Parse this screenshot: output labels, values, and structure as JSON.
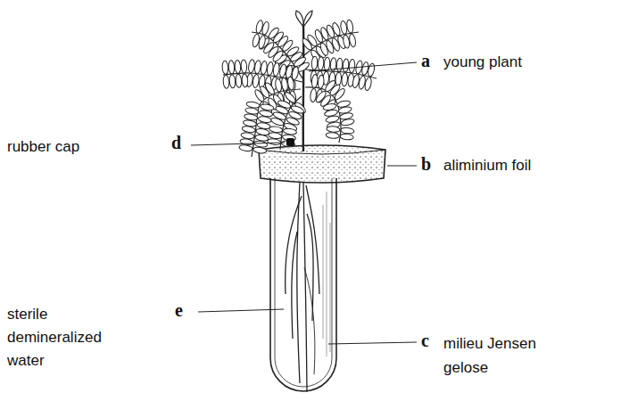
{
  "diagram": {
    "labels": [
      "a",
      "young plant",
      "d",
      "rubber cap",
      "b",
      "aliminium foil",
      "e",
      "sterile demineralized water",
      "c",
      "milieu Jensen gelose"
    ]
  }
}
